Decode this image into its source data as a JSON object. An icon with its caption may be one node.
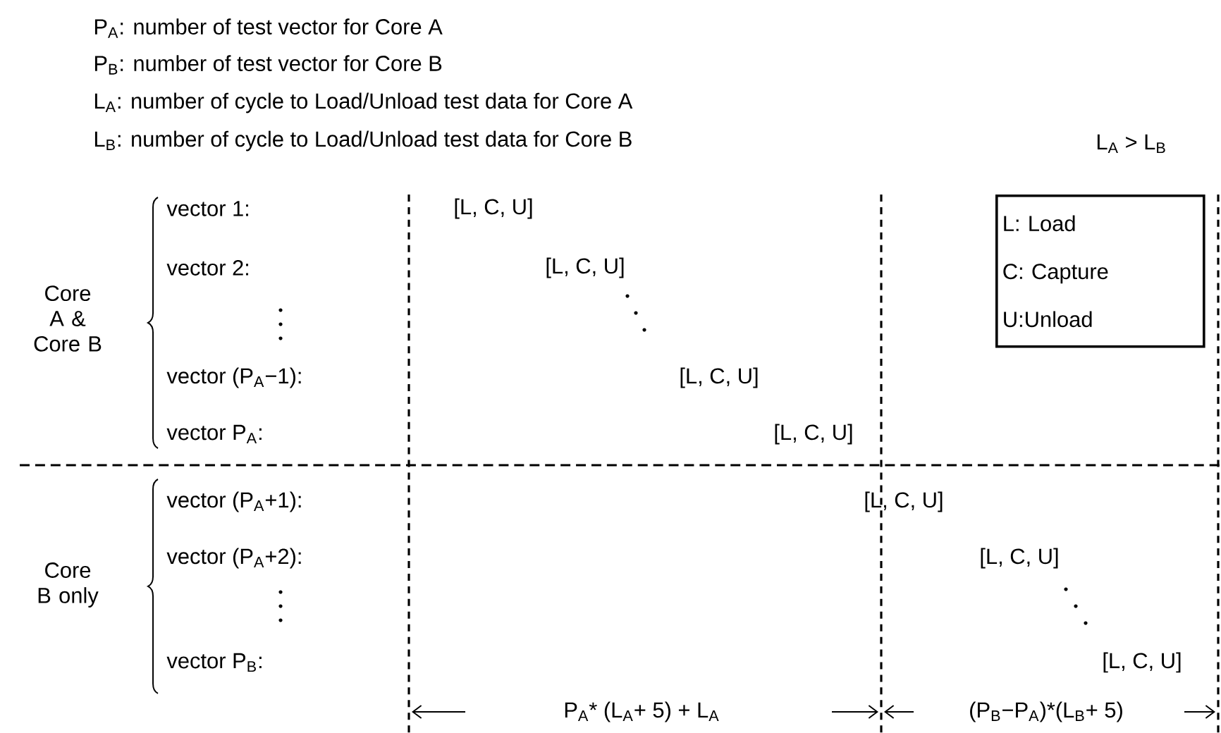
{
  "diagram": {
    "nodes": [
      {
        "text": [
          "L: Load",
          "C: Capture",
          "U:Unload"
        ]
      }
    ],
    "edges": [],
    "labels": [
      "P$_{A}$: number of test vector for Core A",
      "P$_{B}$: number of test vector for Core B",
      "L$_{A}$: number of cycle to Load/Unload test data for Core A",
      "L$_{B}$: number of cycle to Load/Unload test data for Core B",
      "L$_{A}$ > L$_{B}$",
      "Core A & Core B",
      "vector 1:",
      "[L, C, U]",
      "vector 2:",
      "[L, C, U]",
      "vector (P$_{A}$−1):",
      "[L, C, U]",
      "vector P$_{A}$:",
      "[L, C, U]",
      "Core B only",
      "vector (P$_{A}$+1):",
      "[L, C, U]",
      "vector (P$_{A}$+2):",
      "[L, C, U]",
      "vector P$_{B}$:",
      "[L, C, U]",
      "P$_{A}$* (L$_{A}$+ 5) + L$_{A}$",
      "(P$_{B}$−P$_{A}$)*(L$_{B}$+ 5)"
    ]
  }
}
